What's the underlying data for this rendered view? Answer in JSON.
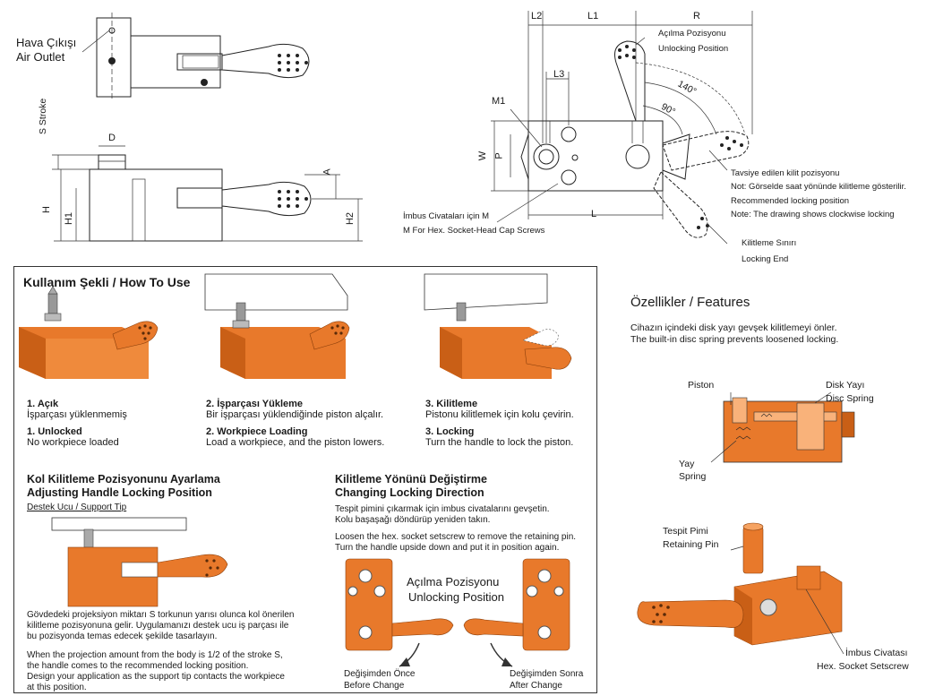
{
  "top_left": {
    "air_outlet_tr": "Hava Çıkışı",
    "air_outlet_en": "Air Outlet",
    "s_stroke": "S Stroke",
    "dim_d": "D",
    "dim_a": "A",
    "dim_h": "H",
    "dim_h1": "H1",
    "dim_h2": "H2"
  },
  "top_right": {
    "dim_l2": "L2",
    "dim_l1": "L1",
    "dim_r": "R",
    "dim_l3": "L3",
    "dim_m1": "M1",
    "dim_w": "W",
    "dim_p": "P",
    "dim_l": "L",
    "angle_140": "140°",
    "angle_90": "90°",
    "unlock_tr": "Açılma Pozisyonu",
    "unlock_en": "Unlocking Position",
    "rec_tr": "Tavsiye edilen kilit pozisyonu",
    "rec_note_tr": "Not: Görselde saat yönünde kilitleme gösterilir.",
    "rec_en": "Recommended locking position",
    "rec_note_en": "Note: The drawing shows clockwise locking",
    "screw_tr": "İmbus Civataları için M",
    "screw_en": "M For Hex. Socket-Head Cap Screws",
    "lockend_tr": "Kilitleme Sınırı",
    "lockend_en": "Locking End"
  },
  "how_to_use": {
    "title": "Kullanım Şekli / How To Use",
    "steps": [
      {
        "title_tr": "1. Açık",
        "desc_tr": "İşparçası yüklenmemiş",
        "title_en": "1. Unlocked",
        "desc_en": "No workpiece loaded"
      },
      {
        "title_tr": "2. İşparçası Yükleme",
        "desc_tr": "Bir işparçası yüklendiğinde piston alçalır.",
        "title_en": "2. Workpiece Loading",
        "desc_en": "Load a workpiece, and the piston lowers."
      },
      {
        "title_tr": "3. Kilitleme",
        "desc_tr": "Pistonu kilitlemek için kolu çevirin.",
        "title_en": "3. Locking",
        "desc_en": "Turn the handle to lock the piston."
      }
    ]
  },
  "adjust": {
    "title_tr": "Kol Kilitleme Pozisyonunu Ayarlama",
    "title_en": "Adjusting Handle Locking Position",
    "support_tip": "Destek Ucu / Support Tip",
    "p1": "Gövdedeki projeksiyon miktarı S torkunun yarısı olunca kol önerilen",
    "p2": "kilitleme pozisyonuna gelir. Uygulamanızı destek ucu iş parçası ile",
    "p3": "bu pozisyonda temas edecek şekilde tasarlayın.",
    "p4": "When the projection amount from the body is 1/2 of the stroke S,",
    "p5": "the handle comes to the recommended locking position.",
    "p6": "Design your application as the support tip contacts the workpiece",
    "p7": "at this position."
  },
  "change_dir": {
    "title_tr": "Kilitleme Yönünü Değiştirme",
    "title_en": "Changing Locking Direction",
    "p1": "Tespit pimini çıkarmak için imbus civatalarını gevşetin.",
    "p2": "Kolu başaşağı döndürüp yeniden takın.",
    "p3": "Loosen the hex. socket setscrew to remove the retaining pin.",
    "p4": "Turn the handle upside down and put it in position again.",
    "unlock_tr": "Açılma Pozisyonu",
    "unlock_en": "Unlocking Position",
    "before_tr": "Değişimden Önce",
    "before_en": "Before Change",
    "after_tr": "Değişimden Sonra",
    "after_en": "After Change"
  },
  "features": {
    "title": "Özellikler / Features",
    "desc_tr": "Cihazın içindeki disk yayı gevşek kilitlemeyi önler.",
    "desc_en": "The built-in disc spring prevents loosened locking.",
    "piston": "Piston",
    "disc_tr": "Disk Yayı",
    "disc_en": "Disc Spring",
    "spring_tr": "Yay",
    "spring_en": "Spring",
    "pin_tr": "Tespit Pimi",
    "pin_en": "Retaining Pin",
    "screw_tr": "İmbus Civatası",
    "screw_en": "Hex. Socket Setscrew"
  },
  "colors": {
    "orange": "#e8792b",
    "orange_dark": "#c95f16",
    "line": "#222222"
  }
}
